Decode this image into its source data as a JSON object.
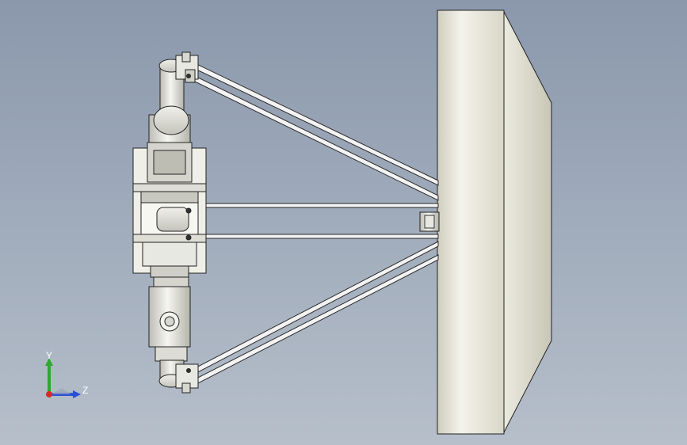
{
  "viewport": {
    "background_top": "#8b98ac",
    "background_bottom": "#b6bfca"
  },
  "model": {
    "description_icon": "delta-robot-assembly",
    "plate_color": "#e6e4d6",
    "rod_color": "#f2f2f2",
    "outline_color": "#222222"
  },
  "triad": {
    "y_label": "Y",
    "z_label": "Z",
    "y_color": "#2ea82e",
    "z_color": "#2a4fd6",
    "x_color": "#d62a2a"
  }
}
